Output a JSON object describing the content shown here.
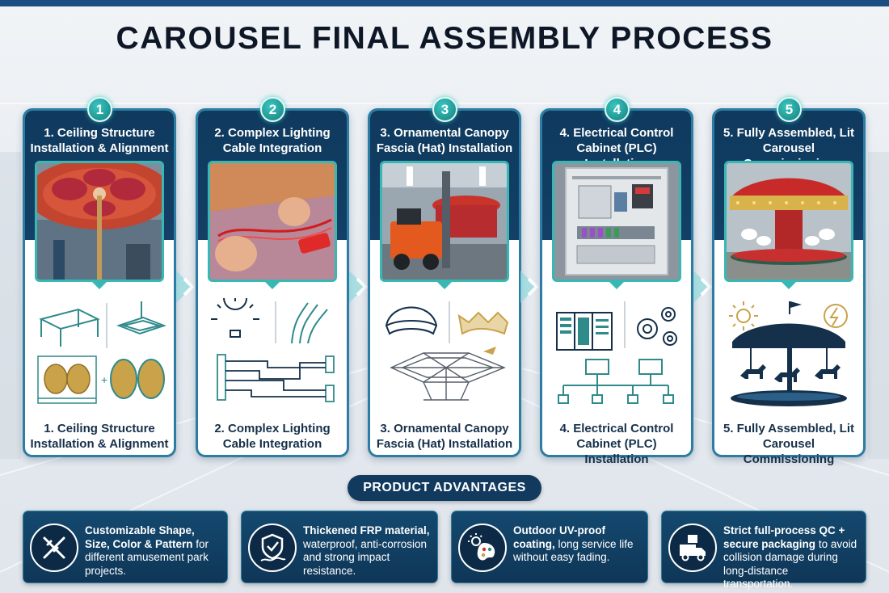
{
  "title": "CAROUSEL FINAL ASSEMBLY PROCESS",
  "steps": [
    {
      "number": "1",
      "title": "1. Ceiling Structure Installation & Alignment",
      "caption": "1. Ceiling Structure Installation & Alignment",
      "photo": "ceiling-photo"
    },
    {
      "number": "2",
      "title": "2. Complex Lighting Cable Integration",
      "caption": "2. Complex Lighting Cable Integration",
      "photo": "wiring-photo"
    },
    {
      "number": "3",
      "title": "3. Ornamental Canopy Fascia (Hat) Installation",
      "caption": "3. Ornamental Canopy Fascia (Hat) Installation",
      "photo": "forklift-photo"
    },
    {
      "number": "4",
      "title": "4. Electrical Control Cabinet (PLC) Installation",
      "caption": "4. Electrical Control Cabinet (PLC) Installation",
      "photo": "cabinet-photo"
    },
    {
      "number": "5",
      "title": "5. Fully Assembled, Lit Carousel Commissioning",
      "caption": "5. Fully Assembled, Lit Carousel Commissioning",
      "photo": "carousel-photo"
    }
  ],
  "advantages_title": "PRODUCT ADVANTAGES",
  "advantages": [
    {
      "icon": "ruler-pencil-icon",
      "bold": "Customizable Shape, Size, Color & Pattern",
      "text": " for different amusement park projects."
    },
    {
      "icon": "shield-check-icon",
      "bold": "Thickened FRP material,",
      "text": " waterproof, anti-corrosion and strong impact resistance."
    },
    {
      "icon": "sun-palette-icon",
      "bold": "Outdoor UV-proof coating,",
      "text": " long service life without easy fading."
    },
    {
      "icon": "truck-box-icon",
      "bold": "Strict full-process QC + secure packaging",
      "text": " to avoid collision damage during long-distance transportation."
    }
  ],
  "colors": {
    "navy": "#123a5f",
    "teal": "#38b8b4",
    "accent_blue": "#1b4f82",
    "gold": "#c9a24a"
  }
}
